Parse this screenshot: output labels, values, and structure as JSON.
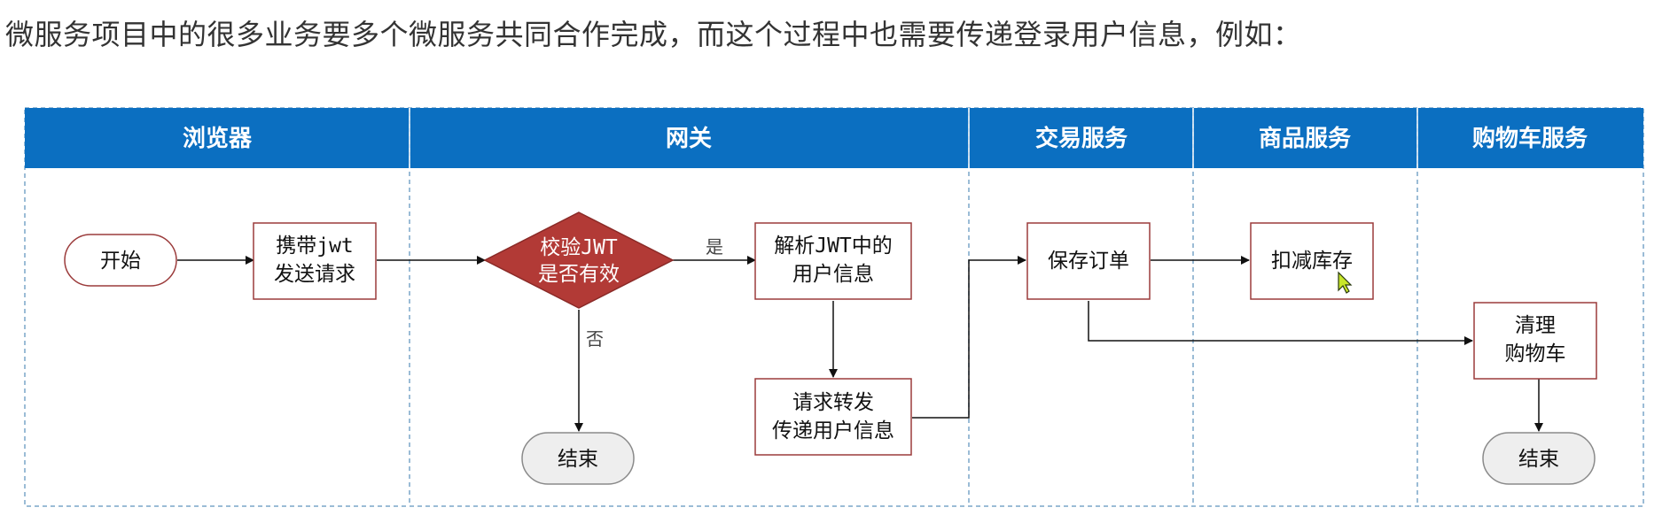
{
  "intro": "微服务项目中的很多业务要多个微服务共同合作完成，而这个过程中也需要传递登录用户信息，例如：",
  "colors": {
    "header": "#0b6fc1",
    "node_border": "#9b3b3b",
    "diamond": "#b23a36",
    "terminal_border": "#8a8a8a",
    "terminal_fill": "#eeeeee",
    "lane_divider": "#7aa6c8"
  },
  "lanes": [
    "浏览器",
    "网关",
    "交易服务",
    "商品服务",
    "购物车服务"
  ],
  "nodes": {
    "start": "开始",
    "send_line1": "携带",
    "send_line1_code": "jwt",
    "send_line2": "发送请求",
    "check_line1_prefix": "校验",
    "check_line1_code": "JWT",
    "check_line2": "是否有效",
    "parse_line1_prefix": "解析",
    "parse_line1_code": "JWT",
    "parse_line1_suffix": "中的",
    "parse_line2": "用户信息",
    "forward_line1": "请求转发",
    "forward_line2": "传递用户信息",
    "end_gateway": "结束",
    "save_order": "保存订单",
    "deduct_stock": "扣减库存",
    "clear_cart_line1": "清理",
    "clear_cart_line2": "购物车",
    "end_cart": "结束"
  },
  "edges": {
    "yes": "是",
    "no": "否"
  }
}
